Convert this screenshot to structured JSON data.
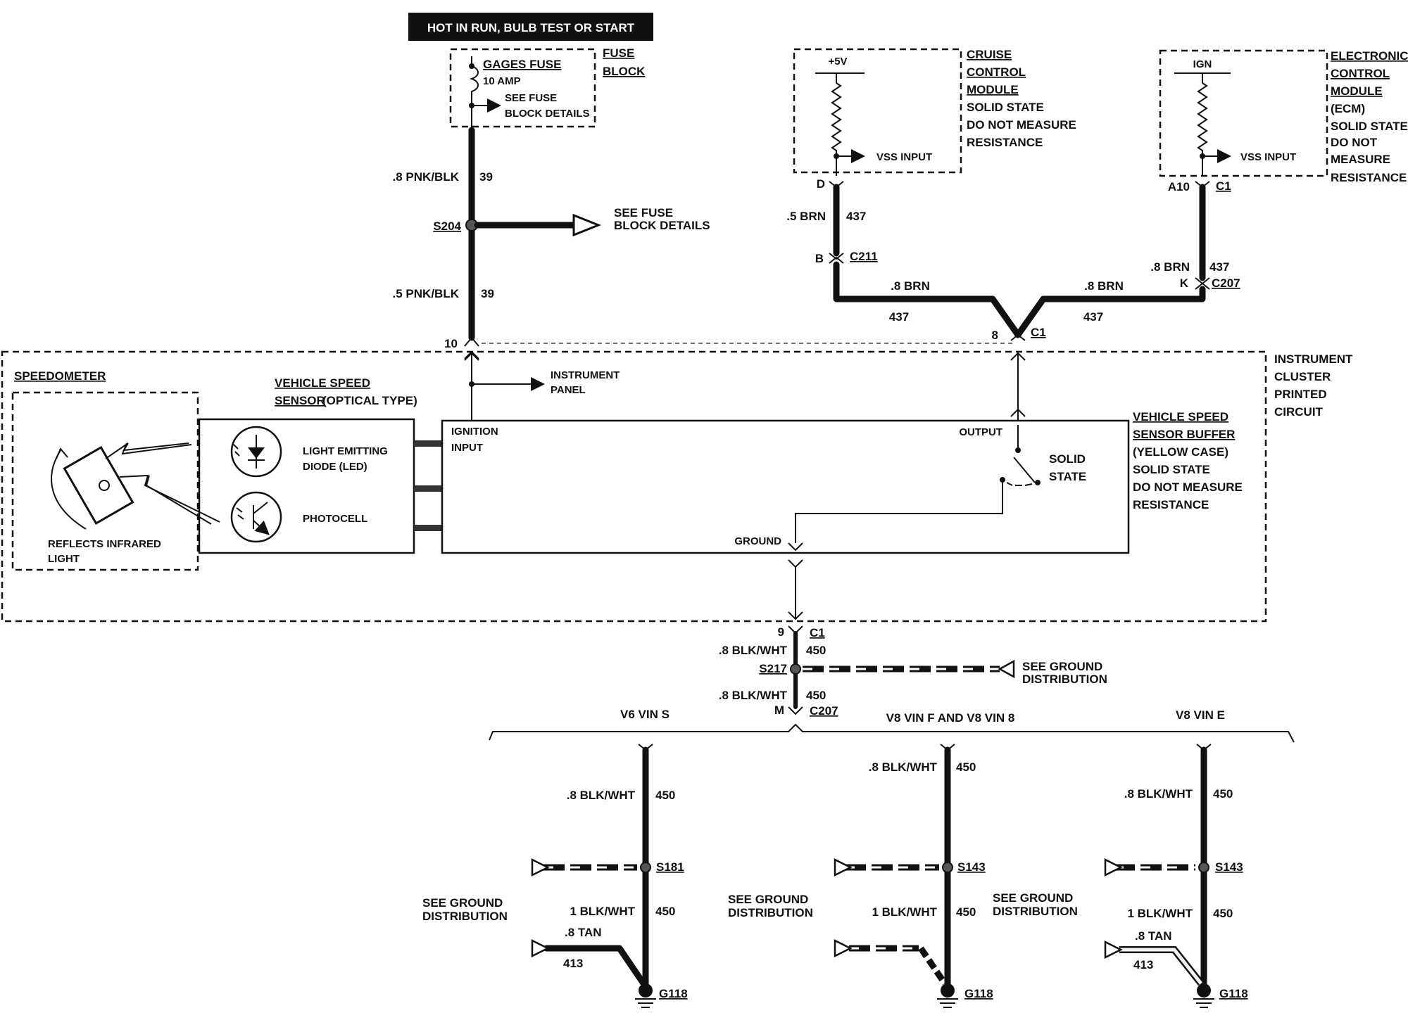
{
  "header": {
    "banner": "HOT IN RUN, BULB TEST OR START"
  },
  "fuse_block": {
    "title_line1": "FUSE",
    "title_line2": "BLOCK",
    "fuse_name": "GAGES FUSE",
    "fuse_rating": "10 AMP",
    "see_line1": "SEE FUSE",
    "see_line2": "BLOCK DETAILS"
  },
  "feed": {
    "upper_wire": ".8 PNK/BLK",
    "upper_circuit": "39",
    "splice": "S204",
    "see_line1": "SEE FUSE",
    "see_line2": "BLOCK DETAILS",
    "lower_wire": ".5 PNK/BLK",
    "lower_circuit": "39",
    "pin": "10"
  },
  "cruise": {
    "supply": "+5V",
    "input": "VSS INPUT",
    "lines": [
      "CRUISE",
      "CONTROL",
      "MODULE",
      "SOLID STATE",
      "DO NOT MEASURE",
      "RESISTANCE"
    ],
    "pin": "D",
    "wire": ".5 BRN",
    "circuit": "437",
    "conn_pin": "B",
    "conn": "C211"
  },
  "ecm": {
    "supply": "IGN",
    "input": "VSS INPUT",
    "lines": [
      "ELECTRONIC",
      "CONTROL",
      "MODULE",
      "(ECM)",
      "SOLID STATE",
      "DO NOT",
      "MEASURE",
      "RESISTANCE"
    ],
    "pin": "A10",
    "conn": "C1",
    "wire": ".8 BRN",
    "circuit": "437",
    "conn_pin": "K",
    "conn2": "C207"
  },
  "junction": {
    "left_wire": ".8 BRN",
    "left_circuit": "437",
    "right_wire": ".8 BRN",
    "right_circuit": "437",
    "pin": "8",
    "conn": "C1"
  },
  "cluster": {
    "title": [
      "INSTRUMENT",
      "CLUSTER",
      "PRINTED",
      "CIRCUIT"
    ],
    "instrument_panel": [
      "INSTRUMENT",
      "PANEL"
    ],
    "speedometer": "SPEEDOMETER",
    "reflects": [
      "REFLECTS INFRARED",
      "LIGHT"
    ],
    "vss_title": [
      "VEHICLE SPEED",
      "SENSOR"
    ],
    "vss_type": "(OPTICAL TYPE)",
    "led": [
      "LIGHT EMITTING",
      "DIODE (LED)"
    ],
    "photocell": "PHOTOCELL",
    "ignition": [
      "IGNITION",
      "INPUT"
    ],
    "output": "OUTPUT",
    "ground": "GROUND",
    "solid": [
      "SOLID",
      "STATE"
    ],
    "buffer_title": [
      "VEHICLE SPEED",
      "SENSOR BUFFER"
    ],
    "buffer_notes": [
      "(YELLOW CASE)",
      "SOLID STATE",
      "DO NOT MEASURE",
      "RESISTANCE"
    ]
  },
  "ground_path": {
    "pin": "9",
    "conn": "C1",
    "wire1": ".8 BLK/WHT",
    "circuit1": "450",
    "splice": "S217",
    "see_ground": [
      "SEE GROUND",
      "DISTRIBUTION"
    ],
    "wire2": ".8 BLK/WHT",
    "circuit2": "450",
    "conn_pin": "M",
    "conn2": "C207"
  },
  "variants": [
    {
      "title": "V6 VIN S",
      "wire_top": ".8 BLK/WHT",
      "circuit_top": "450",
      "splice": "S181",
      "see": [
        "SEE GROUND",
        "DISTRIBUTION"
      ],
      "wire_bottom": "1 BLK/WHT",
      "circuit_bottom": "450",
      "tan_wire": ".8 TAN",
      "tan_circuit": "413",
      "ground": "G118"
    },
    {
      "title": "V8 VIN F AND V8 VIN 8",
      "wire_top": ".8 BLK/WHT",
      "circuit_top": "450",
      "splice": "S143",
      "see": [
        "SEE GROUND",
        "DISTRIBUTION"
      ],
      "wire_bottom": "1 BLK/WHT",
      "circuit_bottom": "450",
      "ground": "G118"
    },
    {
      "title": "V8 VIN E",
      "wire_top": ".8 BLK/WHT",
      "circuit_top": "450",
      "splice": "S143",
      "see": [
        "SEE GROUND",
        "DISTRIBUTION"
      ],
      "wire_bottom": "1 BLK/WHT",
      "circuit_bottom": "450",
      "tan_wire": ".8 TAN",
      "tan_circuit": "413",
      "ground": "G118"
    }
  ]
}
